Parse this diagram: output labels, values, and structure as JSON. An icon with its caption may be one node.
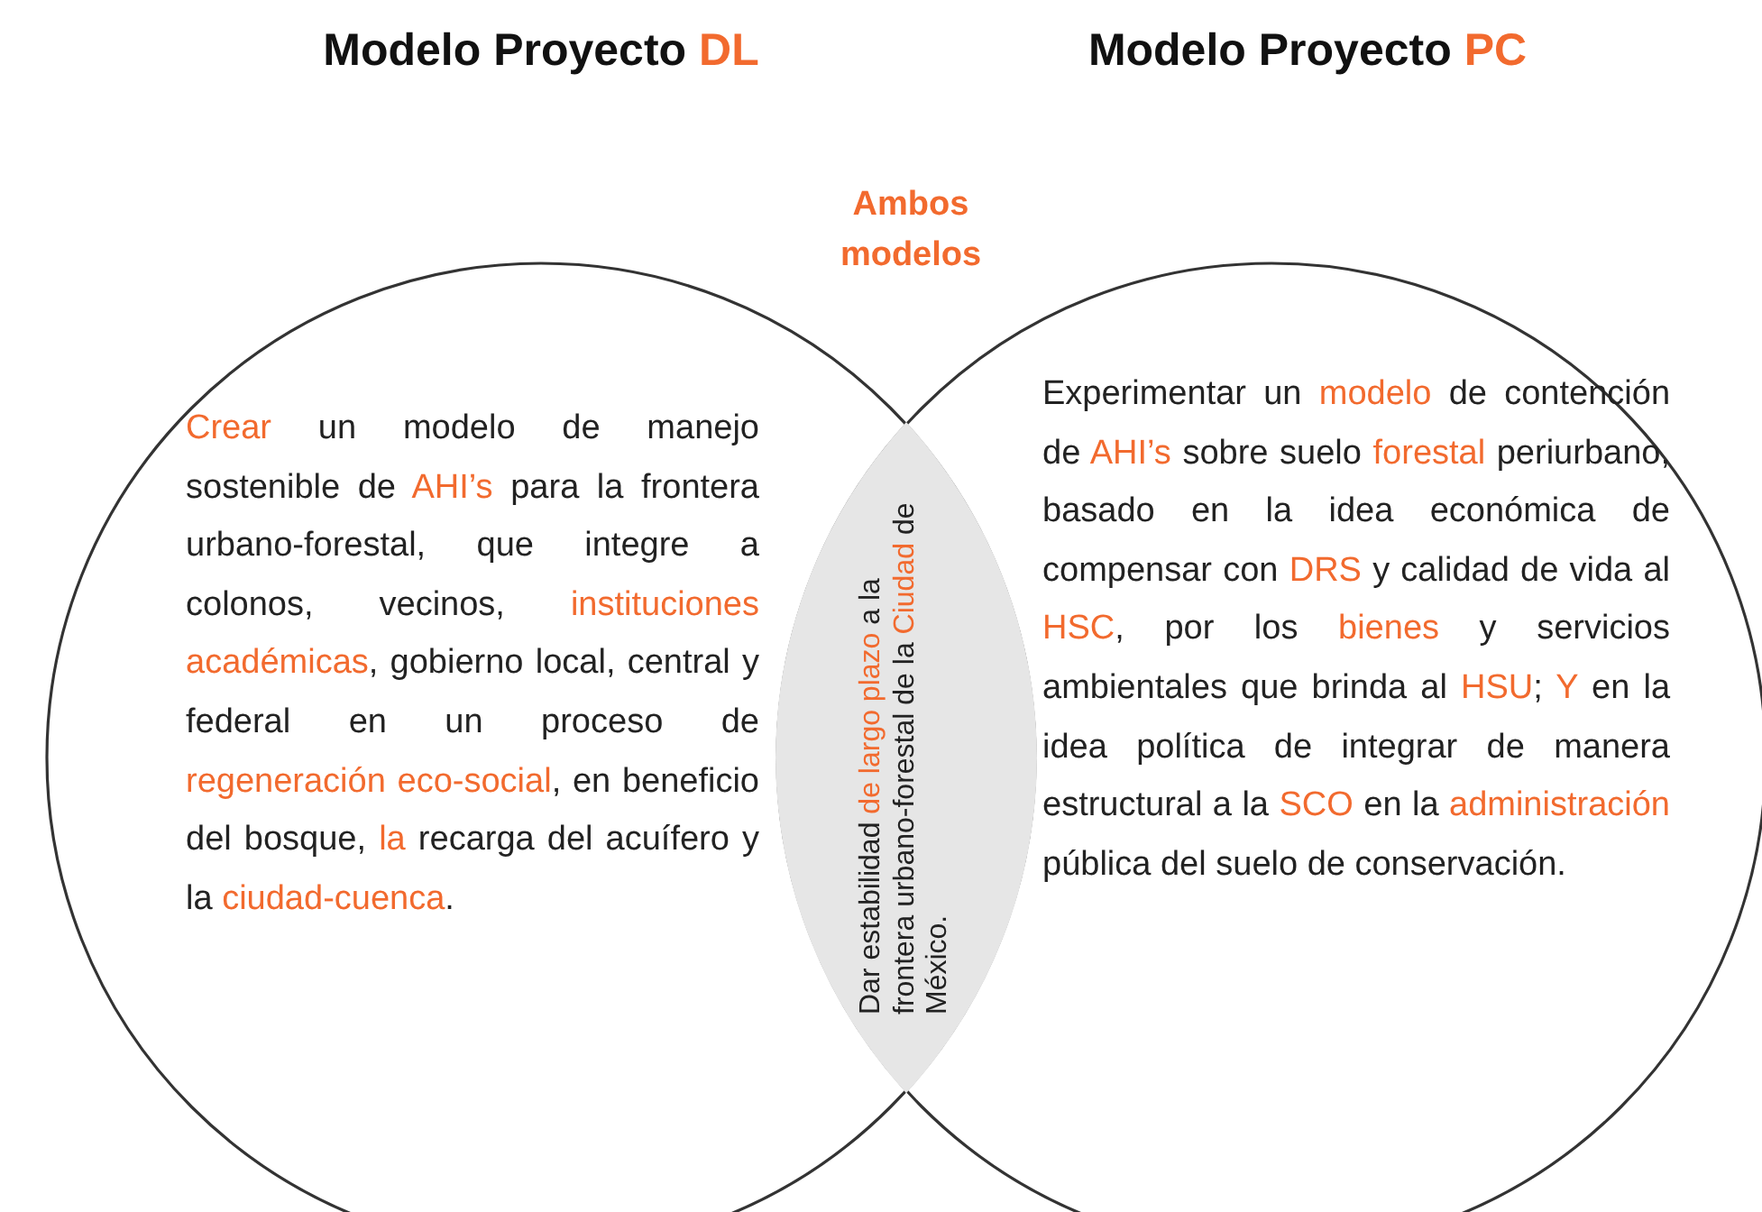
{
  "diagram": {
    "nodes": [
      {
        "text": [
          "Modelo Proyecto *DL*",
          "*Crear* un modelo de manejo sostenible de *AHI’s* para la frontera urbano-forestal, que integre a colonos, vecinos, *instituciones académicas*, gobierno local, central y federal en un proceso de *regeneración eco-social*, en beneficio del bosque, *la* recarga del acuífero y la *ciudad-cuenca*."
        ]
      },
      {
        "text": [
          "Modelo Proyecto *PC*",
          "Experimentar un *modelo* de contención de *AHI’s* sobre suelo *forestal* periurbano, basado en la idea económica de compensar con *DRS* y calidad de vida al *HSC*, por los *bienes* y servicios ambientales que brinda al *HSU*; *Y* en la idea política de integrar de manera estructural a la *SCO* en la *administración* pública del suelo de conservación."
        ]
      },
      {
        "text": [
          "Dar estabilidad *de largo plazo* a la frontera urbano-forestal de la *Ciudad* de México."
        ]
      }
    ],
    "labels": [
      "Ambos modelos"
    ]
  }
}
